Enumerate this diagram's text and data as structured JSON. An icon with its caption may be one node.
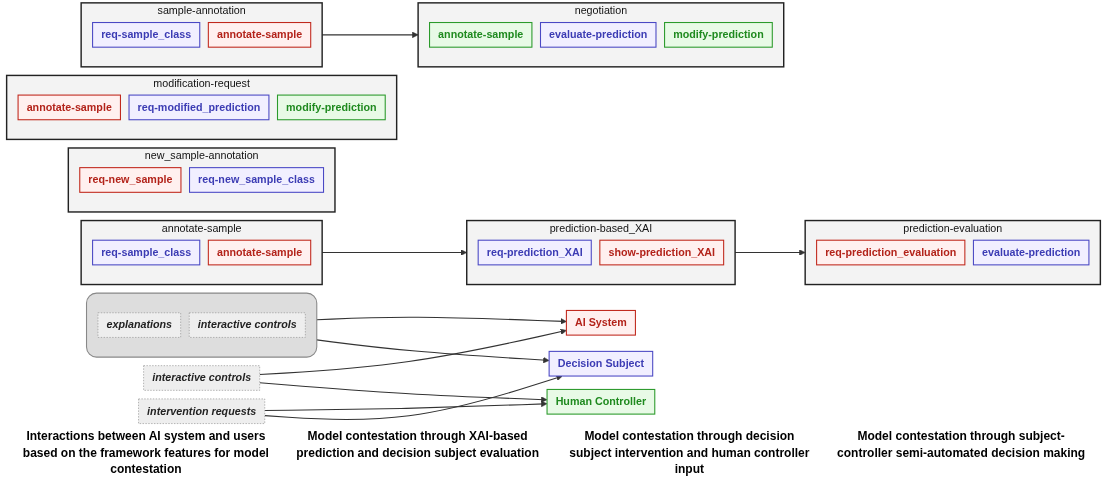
{
  "diagram": {
    "nodes": [
      {
        "text": [
          "AI System"
        ]
      },
      {
        "text": [],
        "shape": "box"
      },
      {
        "text": [
          "explanations"
        ],
        "in": 1
      },
      {
        "text": [
          "interactive controls"
        ],
        "in": 1
      },
      {
        "text": [
          "Decision Subject"
        ]
      },
      {
        "text": [
          "interactive controls"
        ]
      },
      {
        "text": [
          "Human Controller"
        ]
      },
      {
        "text": [
          "intervention requests"
        ]
      },
      {
        "text": [
          "annotate-sample"
        ]
      },
      {
        "text": [
          "req-sample_class"
        ],
        "in": 8
      },
      {
        "text": [
          "annotate-sample"
        ],
        "in": 8
      },
      {
        "text": [
          "prediction-based_XAI"
        ]
      },
      {
        "text": [
          "req-prediction_XAI"
        ],
        "in": 11
      },
      {
        "text": [
          "show-prediction_XAI"
        ],
        "in": 11
      },
      {
        "text": [
          "prediction-evaluation"
        ]
      },
      {
        "text": [
          "req-prediction_evaluation"
        ],
        "in": 14
      },
      {
        "text": [
          "evaluate-prediction"
        ],
        "in": 14
      },
      {
        "text": [
          "new_sample-annotation"
        ]
      },
      {
        "text": [
          "req-new_sample"
        ],
        "in": 17
      },
      {
        "text": [
          "req-new_sample_class"
        ],
        "in": 17
      },
      {
        "text": [
          "modification-request"
        ]
      },
      {
        "text": [
          "annotate-sample"
        ],
        "in": 20
      },
      {
        "text": [
          "req-modified_prediction"
        ],
        "in": 20
      },
      {
        "text": [
          "modify-prediction"
        ],
        "in": 20
      },
      {
        "text": [
          "sample-annotation"
        ]
      },
      {
        "text": [
          "req-sample_class"
        ],
        "in": 24
      },
      {
        "text": [
          "annotate-sample"
        ],
        "in": 24
      },
      {
        "text": [
          "negotiation"
        ]
      },
      {
        "text": [
          "annotate-sample"
        ],
        "in": 27
      },
      {
        "text": [
          "evaluate-prediction"
        ],
        "in": 27
      },
      {
        "text": [
          "modify-prediction"
        ],
        "in": 27
      }
    ],
    "edges": [
      {
        "from": 1,
        "to": 0,
        "arrow": "to"
      },
      {
        "from": 1,
        "to": 4,
        "arrow": "to"
      },
      {
        "from": 5,
        "to": 0,
        "arrow": "to"
      },
      {
        "from": 5,
        "to": 6,
        "arrow": "to"
      },
      {
        "from": 7,
        "to": 6,
        "arrow": "to"
      },
      {
        "from": 7,
        "to": 4,
        "arrow": "to"
      },
      {
        "from": 8,
        "to": 11,
        "arrow": "to"
      },
      {
        "from": 11,
        "to": 14,
        "arrow": "to"
      },
      {
        "from": 24,
        "to": 27,
        "arrow": "to"
      }
    ],
    "labels": [
      "Interactions between AI system and users based on the framework features for model contestation",
      "Model contestation through XAI-based prediction and decision subject evaluation",
      "Model contestation through decision subject intervention and human controller input",
      "Model contestation through subject-controller semi-automated decision making"
    ]
  }
}
